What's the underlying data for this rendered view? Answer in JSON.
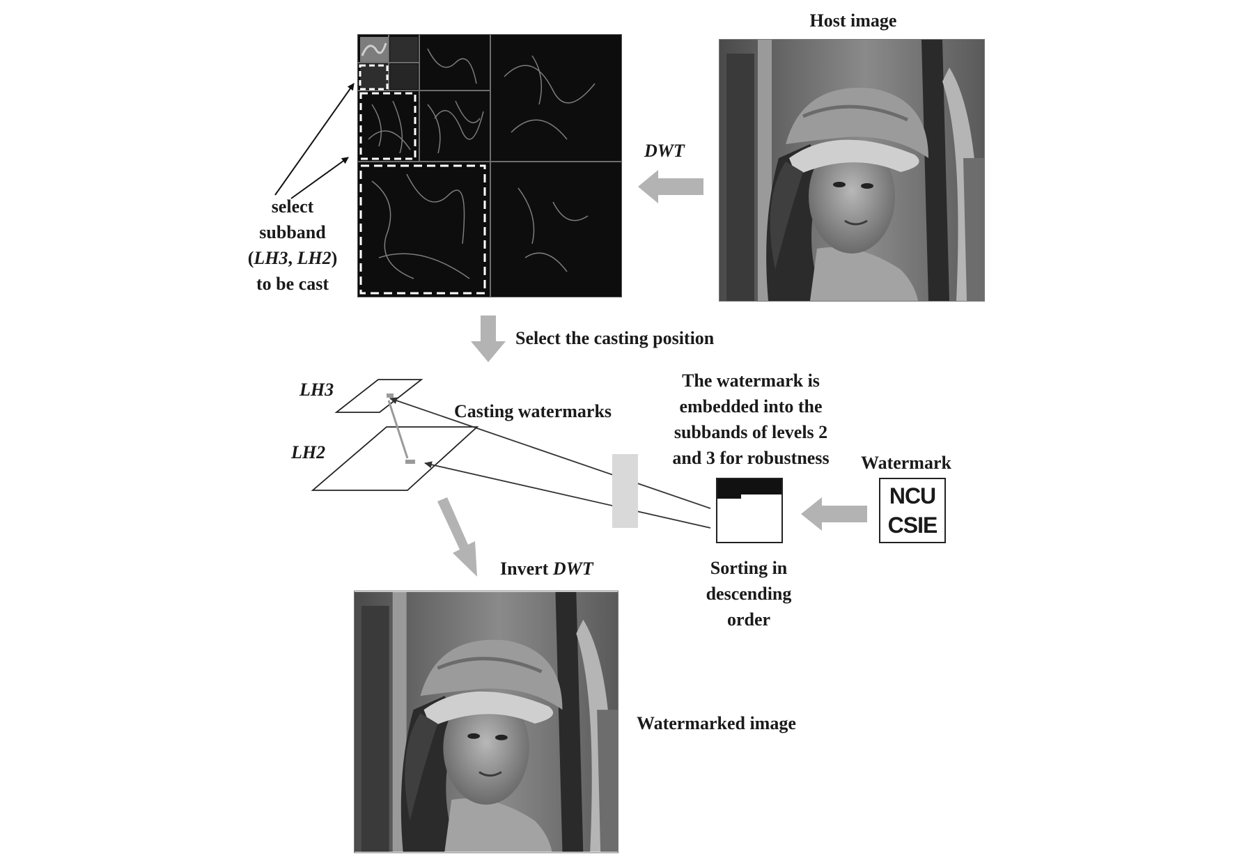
{
  "labels": {
    "host_image": "Host image",
    "dwt": "DWT",
    "select_lines": [
      "select",
      "subband"
    ],
    "subband_open": "(",
    "subband_lh3": "LH3",
    "subband_comma": ", ",
    "subband_lh2": "LH2",
    "subband_close": ")",
    "to_be_cast": "to be cast",
    "select_position": "Select the casting position",
    "lh3": "LH3",
    "lh2": "LH2",
    "casting_watermarks": "Casting watermarks",
    "embedded_note": [
      "The watermark is",
      "embedded into the",
      "subbands of levels 2",
      "and 3 for robustness"
    ],
    "watermark": "Watermark",
    "watermark_text_line1": "NCU",
    "watermark_text_line2": "CSIE",
    "sorting": [
      "Sorting in",
      "descending",
      "order"
    ],
    "invert_prefix": "Invert ",
    "invert_dwt": "DWT",
    "watermarked_image": "Watermarked image"
  },
  "colors": {
    "arrow_fill": "#b3b3b3",
    "dwt_background": "#0d0d0d",
    "dashed_highlight": "#ffffff",
    "position_bar": "#d9d9d9"
  }
}
